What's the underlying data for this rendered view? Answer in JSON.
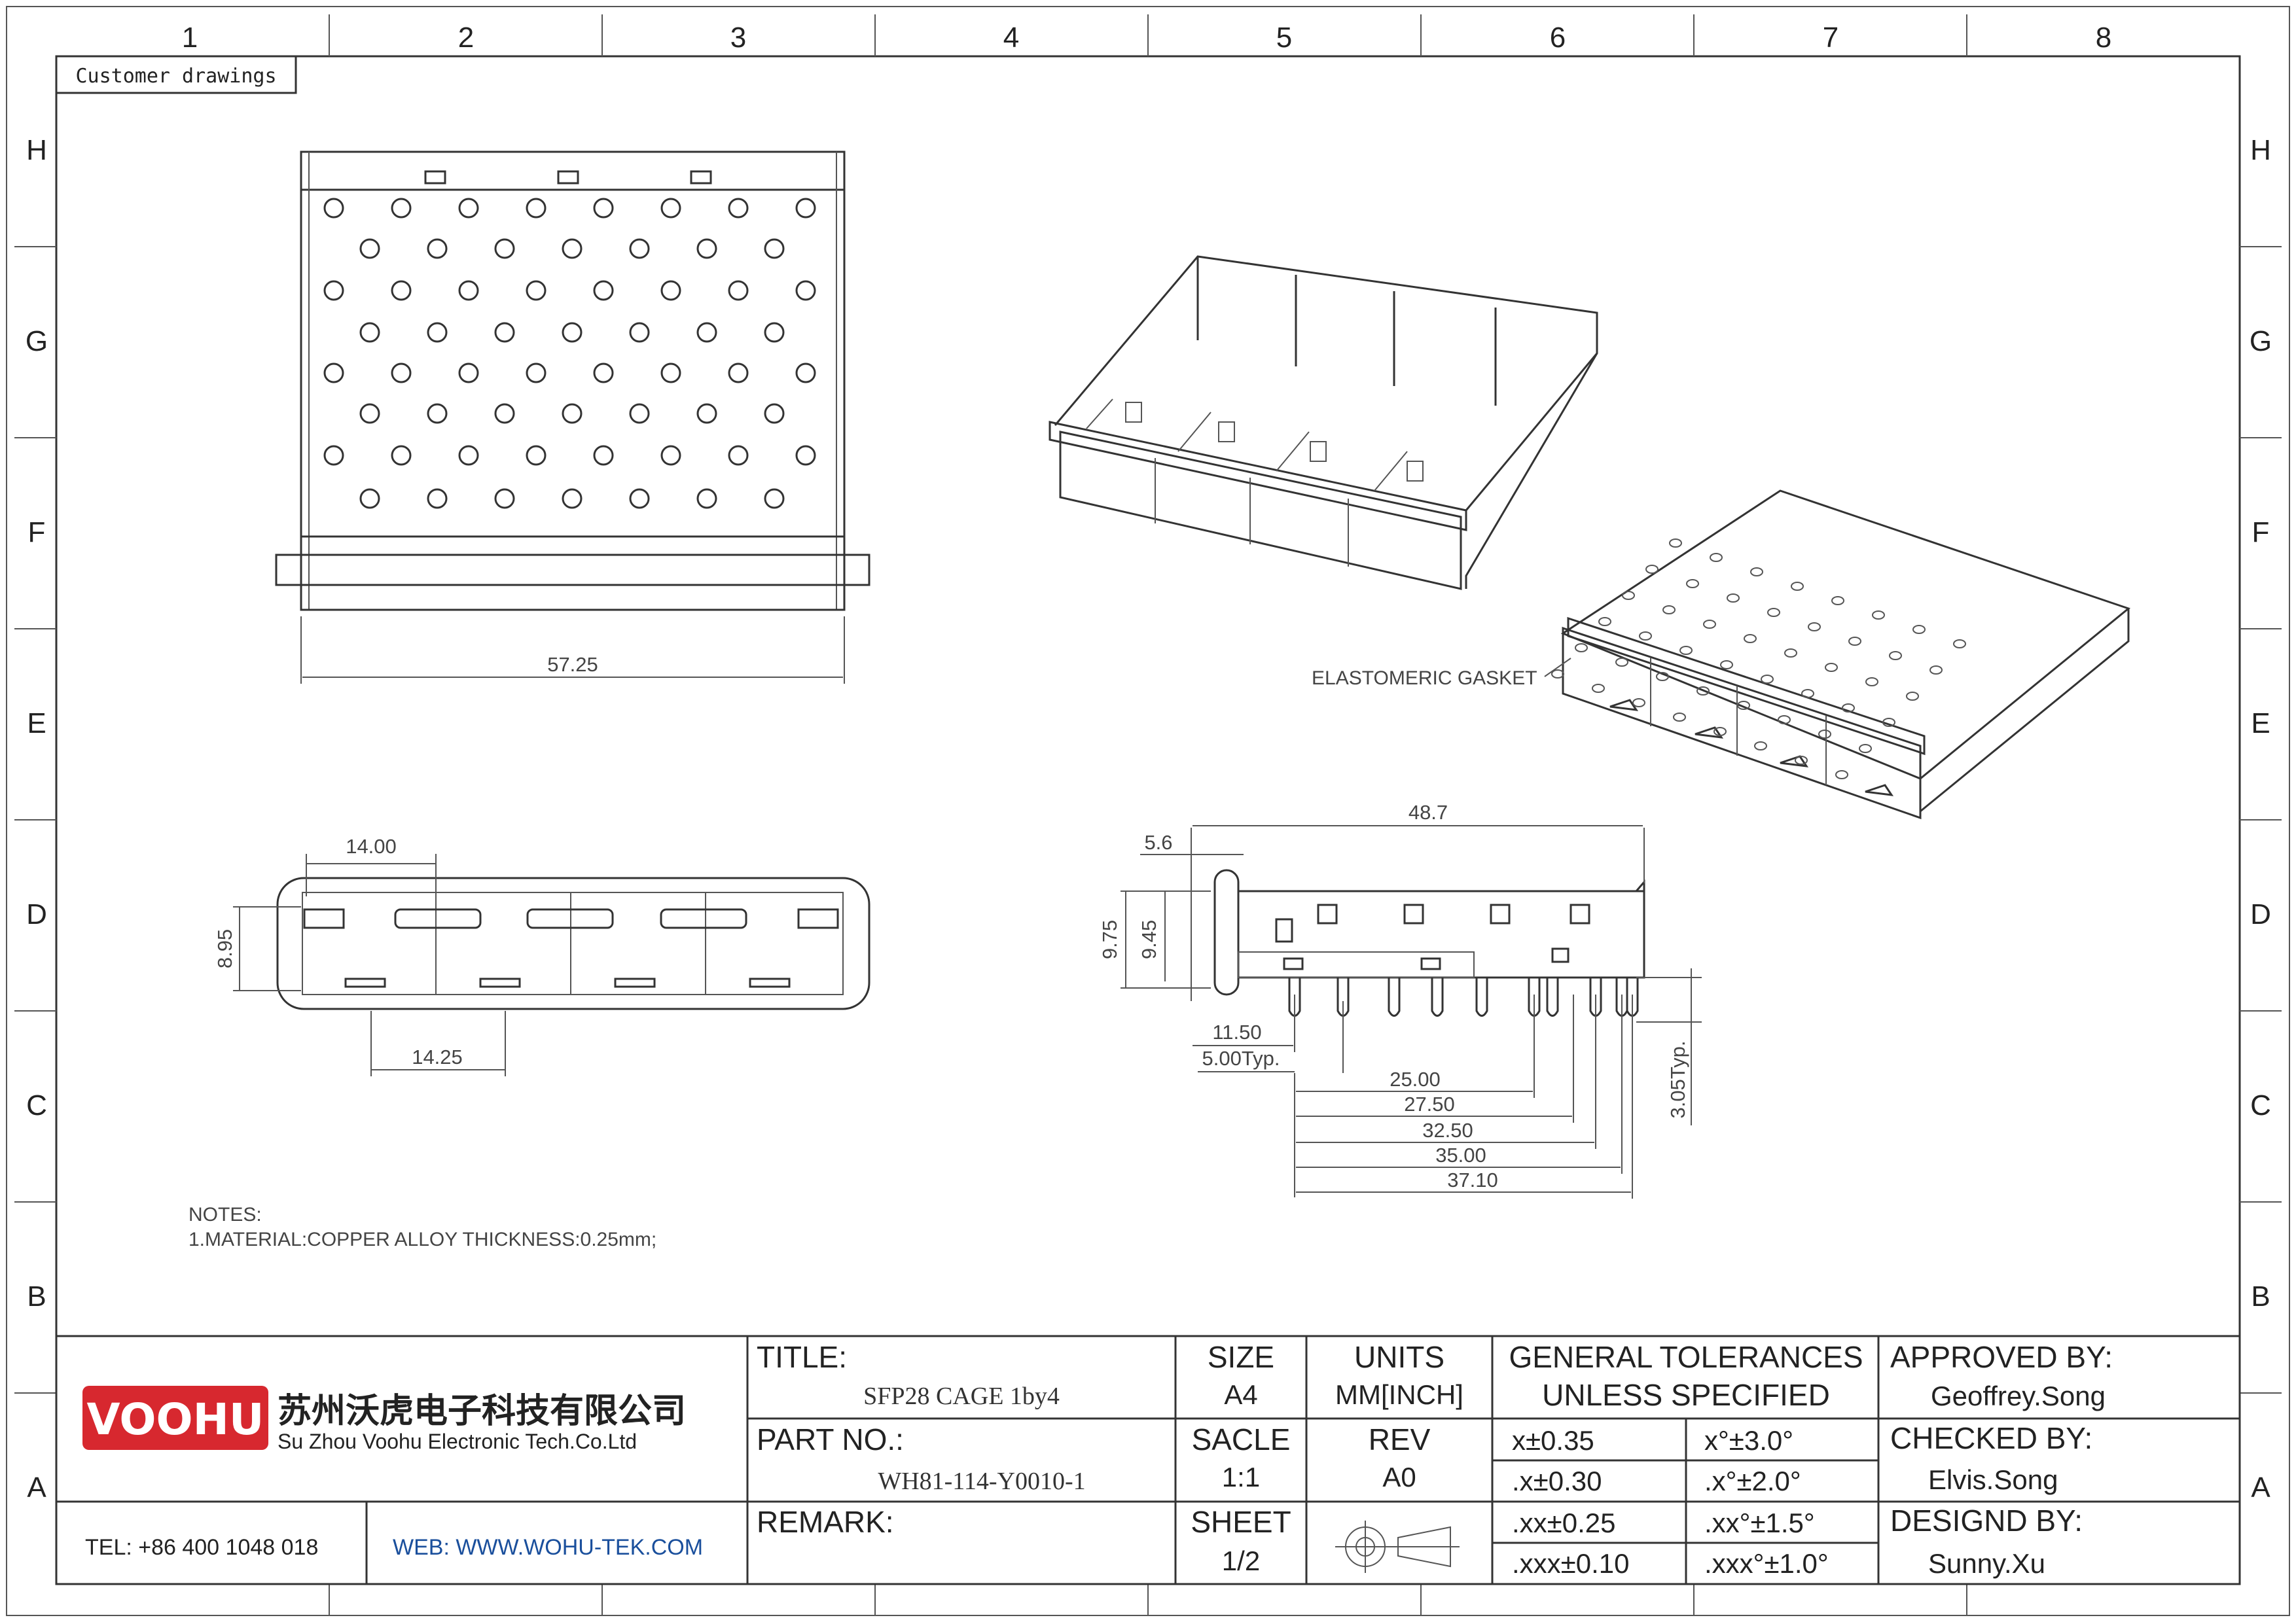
{
  "zones": {
    "columns": [
      "1",
      "2",
      "3",
      "4",
      "5",
      "6",
      "7",
      "8"
    ],
    "rows": [
      "H",
      "G",
      "F",
      "E",
      "D",
      "C",
      "B",
      "A"
    ]
  },
  "header_tag": "Customer drawings",
  "dimensions": {
    "top_width": "57.25",
    "front_pitch": "14.00",
    "front_height": "8.95",
    "front_pitch2": "14.25",
    "side_length": "48.7",
    "side_offset": "5.6",
    "side_h1": "9.75",
    "side_h2": "9.45",
    "side_a": "11.50",
    "side_b": "5.00Typ.",
    "side_c": "25.00",
    "side_d": "27.50",
    "side_e": "32.50",
    "side_f": "35.00",
    "side_g": "37.10",
    "side_pin": "3.05Typ."
  },
  "annotation_gasket": "ELASTOMERIC GASKET",
  "notes": {
    "title": "NOTES:",
    "line1": "1.MATERIAL:COPPER ALLOY THICKNESS:0.25mm;"
  },
  "titleblock": {
    "logo": "VOOHU",
    "company_cn": "苏州沃虎电子科技有限公司",
    "company_en": "Su Zhou Voohu Electronic Tech.Co.Ltd",
    "tel": "TEL: +86 400 1048 018",
    "web": "WEB: WWW.WOHU-TEK.COM",
    "title_label": "TITLE:",
    "title_value": "SFP28 CAGE 1by4",
    "part_label": "PART NO.:",
    "part_value": "WH81-114-Y0010-1",
    "remark_label": "REMARK:",
    "size_label": "SIZE",
    "size_value": "A4",
    "units_label": "UNITS",
    "units_value": "MM[INCH]",
    "scale_label": "SACLE",
    "scale_value": "1:1",
    "rev_label": "REV",
    "rev_value": "A0",
    "sheet_label": "SHEET",
    "sheet_value": "1/2",
    "tol_title1": "GENERAL TOLERANCES",
    "tol_title2": "UNLESS SPECIFIED",
    "tol": [
      "x±0.35",
      "x°±3.0°",
      ".x±0.30",
      ".x°±2.0°",
      ".xx±0.25",
      ".xx°±1.5°",
      ".xxx±0.10",
      ".xxx°±1.0°"
    ],
    "approved_label": "APPROVED BY:",
    "approved_value": "Geoffrey.Song",
    "checked_label": "CHECKED BY:",
    "checked_value": "Elvis.Song",
    "design_label": "DESIGND BY:",
    "design_value": "Sunny.Xu"
  },
  "colors": {
    "logo_bg": "#d7282f",
    "web_text": "#1a4f9c"
  }
}
